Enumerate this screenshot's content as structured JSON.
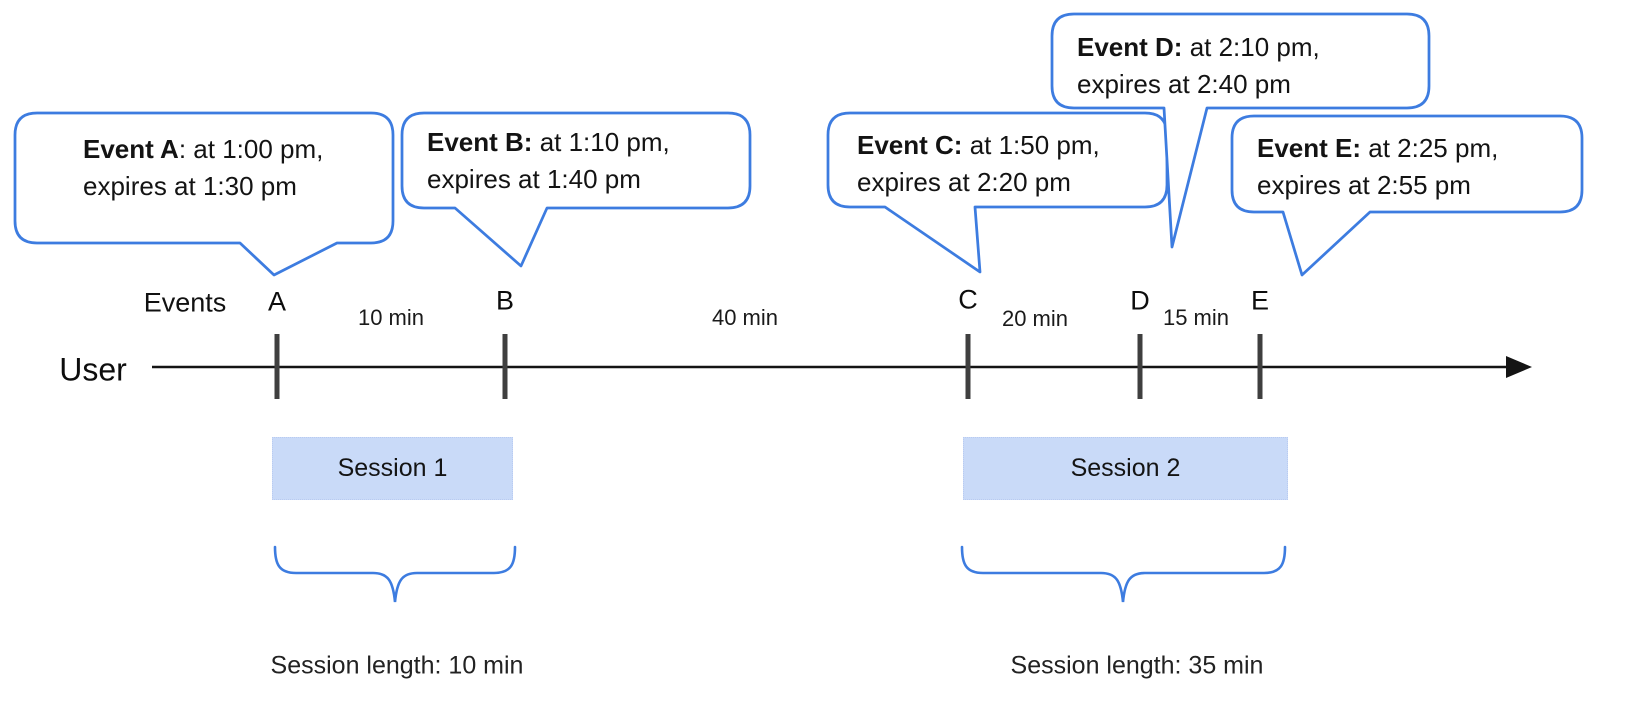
{
  "colors": {
    "bubble_border_blue": "#3d7ce0",
    "brace_blue": "#3d7ce0",
    "session_fill_blue": "#c9daf8",
    "tick_gray": "#3f3f3f",
    "axis_black": "#141414"
  },
  "bubbles": [
    {
      "id": "A",
      "title": "Event A",
      "title_suffix": ": at 1:00 pm,",
      "line2": "expires at 1:30 pm"
    },
    {
      "id": "B",
      "title": "Event B:",
      "title_suffix": " at 1:10 pm,",
      "line2": "expires at 1:40 pm"
    },
    {
      "id": "C",
      "title": "Event C:",
      "title_suffix": " at 1:50 pm,",
      "line2": "expires at 2:20 pm"
    },
    {
      "id": "D",
      "title": "Event D:",
      "title_suffix": " at 2:10 pm,",
      "line2": "expires at 2:40 pm"
    },
    {
      "id": "E",
      "title": "Event E:",
      "title_suffix": " at 2:25 pm,",
      "line2": "expires at 2:55 pm"
    }
  ],
  "timeline": {
    "axis_label": "User",
    "events_label": "Events",
    "points": [
      {
        "label": "A"
      },
      {
        "label": "B"
      },
      {
        "label": "C"
      },
      {
        "label": "D"
      },
      {
        "label": "E"
      }
    ],
    "gaps": [
      {
        "label": "10 min"
      },
      {
        "label": "40 min"
      },
      {
        "label": "20 min"
      },
      {
        "label": "15 min"
      }
    ]
  },
  "sessions": [
    {
      "label": "Session 1",
      "length_label": "Session length: 10 min"
    },
    {
      "label": "Session 2",
      "length_label": "Session length: 35 min"
    }
  ]
}
